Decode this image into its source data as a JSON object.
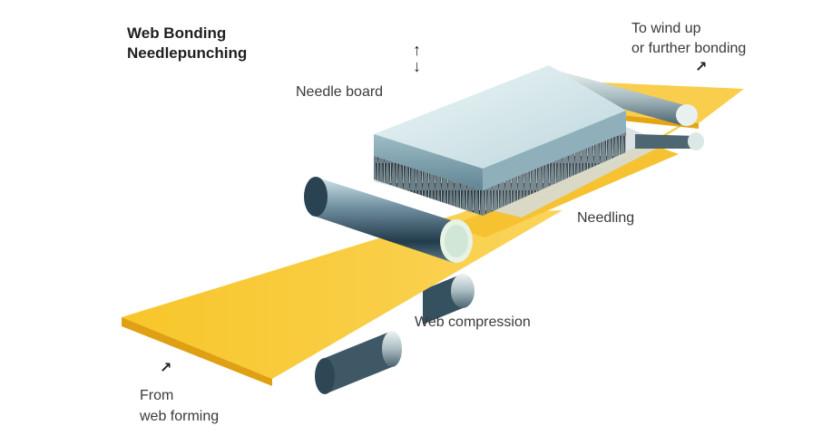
{
  "title": {
    "line1": "Web Bonding",
    "line2": "Needlepunching"
  },
  "labels": {
    "needle_board": "Needle board",
    "needling": "Needling",
    "web_compression": "Web compression",
    "to_wind_up_line1": "To wind up",
    "to_wind_up_line2": "or further bonding",
    "from_line1": "From",
    "from_line2": "web forming"
  },
  "icons": {
    "needle_board_motion": "up-down-arrow-icon",
    "input_direction": "northeast-arrow-icon",
    "output_direction": "northeast-arrow-icon"
  },
  "colors": {
    "web": "#f7c42a",
    "web_edge": "#e3a514",
    "needle_board_top": "#d6e8ec",
    "needle_board_side": "#7ea0ad",
    "roller_dark": "#2f4b5c",
    "roller_light": "#dff0e6"
  }
}
